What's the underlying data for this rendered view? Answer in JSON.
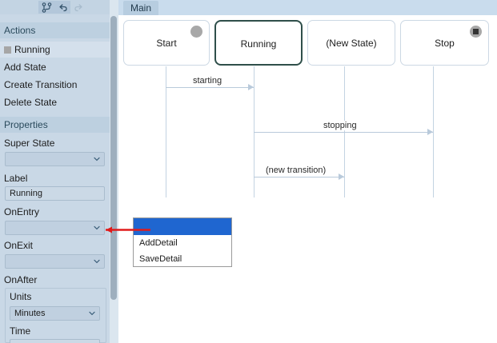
{
  "sidebar": {
    "toolbar": {
      "buttons": [
        {
          "name": "branch-icon",
          "label": "Branch",
          "state": "active"
        },
        {
          "name": "undo-icon",
          "label": "Undo",
          "state": "enabled"
        },
        {
          "name": "redo-icon",
          "label": "Redo",
          "state": "disabled"
        }
      ]
    },
    "actions": {
      "title": "Actions",
      "items": [
        {
          "label": "Running",
          "selected": true,
          "swatch": true
        },
        {
          "label": "Add State",
          "selected": false,
          "swatch": false
        },
        {
          "label": "Create Transition",
          "selected": false,
          "swatch": false
        },
        {
          "label": "Delete State",
          "selected": false,
          "swatch": false
        }
      ]
    },
    "properties": {
      "title": "Properties",
      "fields": [
        {
          "label": "Super State",
          "type": "select",
          "value": "",
          "name": "super-state"
        },
        {
          "label": "Label",
          "type": "text",
          "value": "Running",
          "name": "label"
        },
        {
          "label": "OnEntry",
          "type": "select",
          "value": "",
          "name": "onentry"
        },
        {
          "label": "OnExit",
          "type": "select",
          "value": "",
          "name": "onexit"
        }
      ],
      "onafter": {
        "label": "OnAfter",
        "units_label": "Units",
        "units_value": "Minutes",
        "time_label": "Time",
        "time_value": ""
      }
    }
  },
  "canvas": {
    "tab": "Main",
    "states": [
      {
        "label": "Start",
        "badge": "start-badge",
        "selected": false
      },
      {
        "label": "Running",
        "badge": "none",
        "selected": true
      },
      {
        "label": "(New State)",
        "badge": "none",
        "selected": false
      },
      {
        "label": "Stop",
        "badge": "stop-badge",
        "selected": false
      }
    ],
    "transitions": [
      {
        "label": "starting",
        "from": "Start",
        "to": "Running"
      },
      {
        "label": "stopping",
        "from": "Running",
        "to": "Stop"
      },
      {
        "label": "(new transition)",
        "from": "Running",
        "to": "(New State)"
      }
    ]
  },
  "popup": {
    "name": "onentry-options-menu",
    "items": [
      {
        "label": "",
        "highlight": true
      },
      {
        "label": "AddDetail",
        "highlight": false
      },
      {
        "label": "SaveDetail",
        "highlight": false
      }
    ]
  },
  "annotation": {
    "arrow_color": "#e01b1b",
    "points_to": "onentry-select"
  },
  "colors": {
    "sidebar_bg": "#c9d8e6",
    "section_header_bg": "#bdd0e0",
    "tab_bg": "#b7cde0",
    "selection_border": "#2f4f4a",
    "highlight_blue": "#1f66d0",
    "lifeline": "#c3d3e2"
  }
}
